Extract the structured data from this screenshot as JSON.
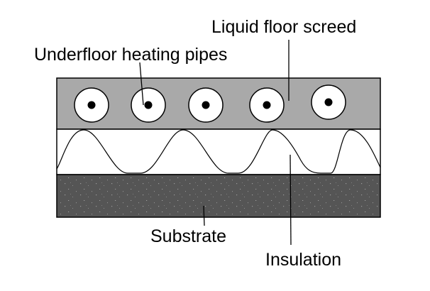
{
  "labels": {
    "screed": "Liquid floor screed",
    "pipes": "Underfloor heating pipes",
    "substrate": "Substrate",
    "insulation": "Insulation"
  },
  "colors": {
    "screed": "#a9a9a9",
    "substrate": "#555555",
    "insulation": "#ffffff",
    "outline": "#000000"
  },
  "pipe_count": 5
}
